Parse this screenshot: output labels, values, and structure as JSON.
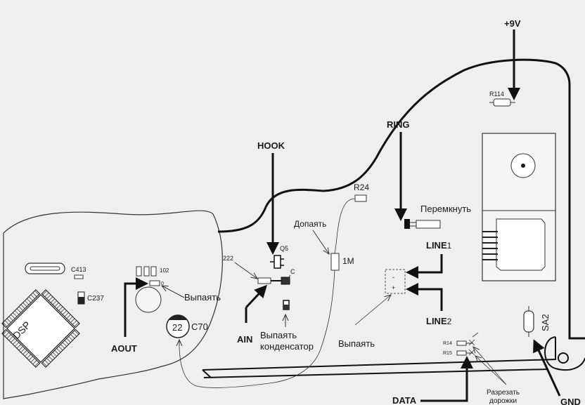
{
  "labels": {
    "plus9v": "+9V",
    "r114": "R114",
    "ring": "RING",
    "hook": "HOOK",
    "r24": "R24",
    "peremknut": "Перемкнуть",
    "dopayat": "Допаять",
    "q5": "Q5",
    "l222": "222",
    "c": "C",
    "c413": "C413",
    "c237": "C237",
    "l102": "102",
    "l0": "0",
    "vypayat1": "Выпаять",
    "r1m": "1M",
    "line1_main": "LINE",
    "line1_sub": "1",
    "line2_main": "LINE",
    "line2_sub": "2",
    "dsp": "DSP",
    "c70_num": "22",
    "c70": "C70",
    "aout": "AOUT",
    "ain": "AIN",
    "vypayat_kond_1": "Выпаять",
    "vypayat_kond_2": "конденсатор",
    "vypayat2": "Выпаять",
    "sa2": "SA2",
    "r14": "R14",
    "r15": "R15",
    "razrezat_1": "Разрезать",
    "razrezat_2": "дорожки",
    "data": "DATA",
    "gnd": "GND",
    "plus": "+",
    "minus": "-"
  }
}
